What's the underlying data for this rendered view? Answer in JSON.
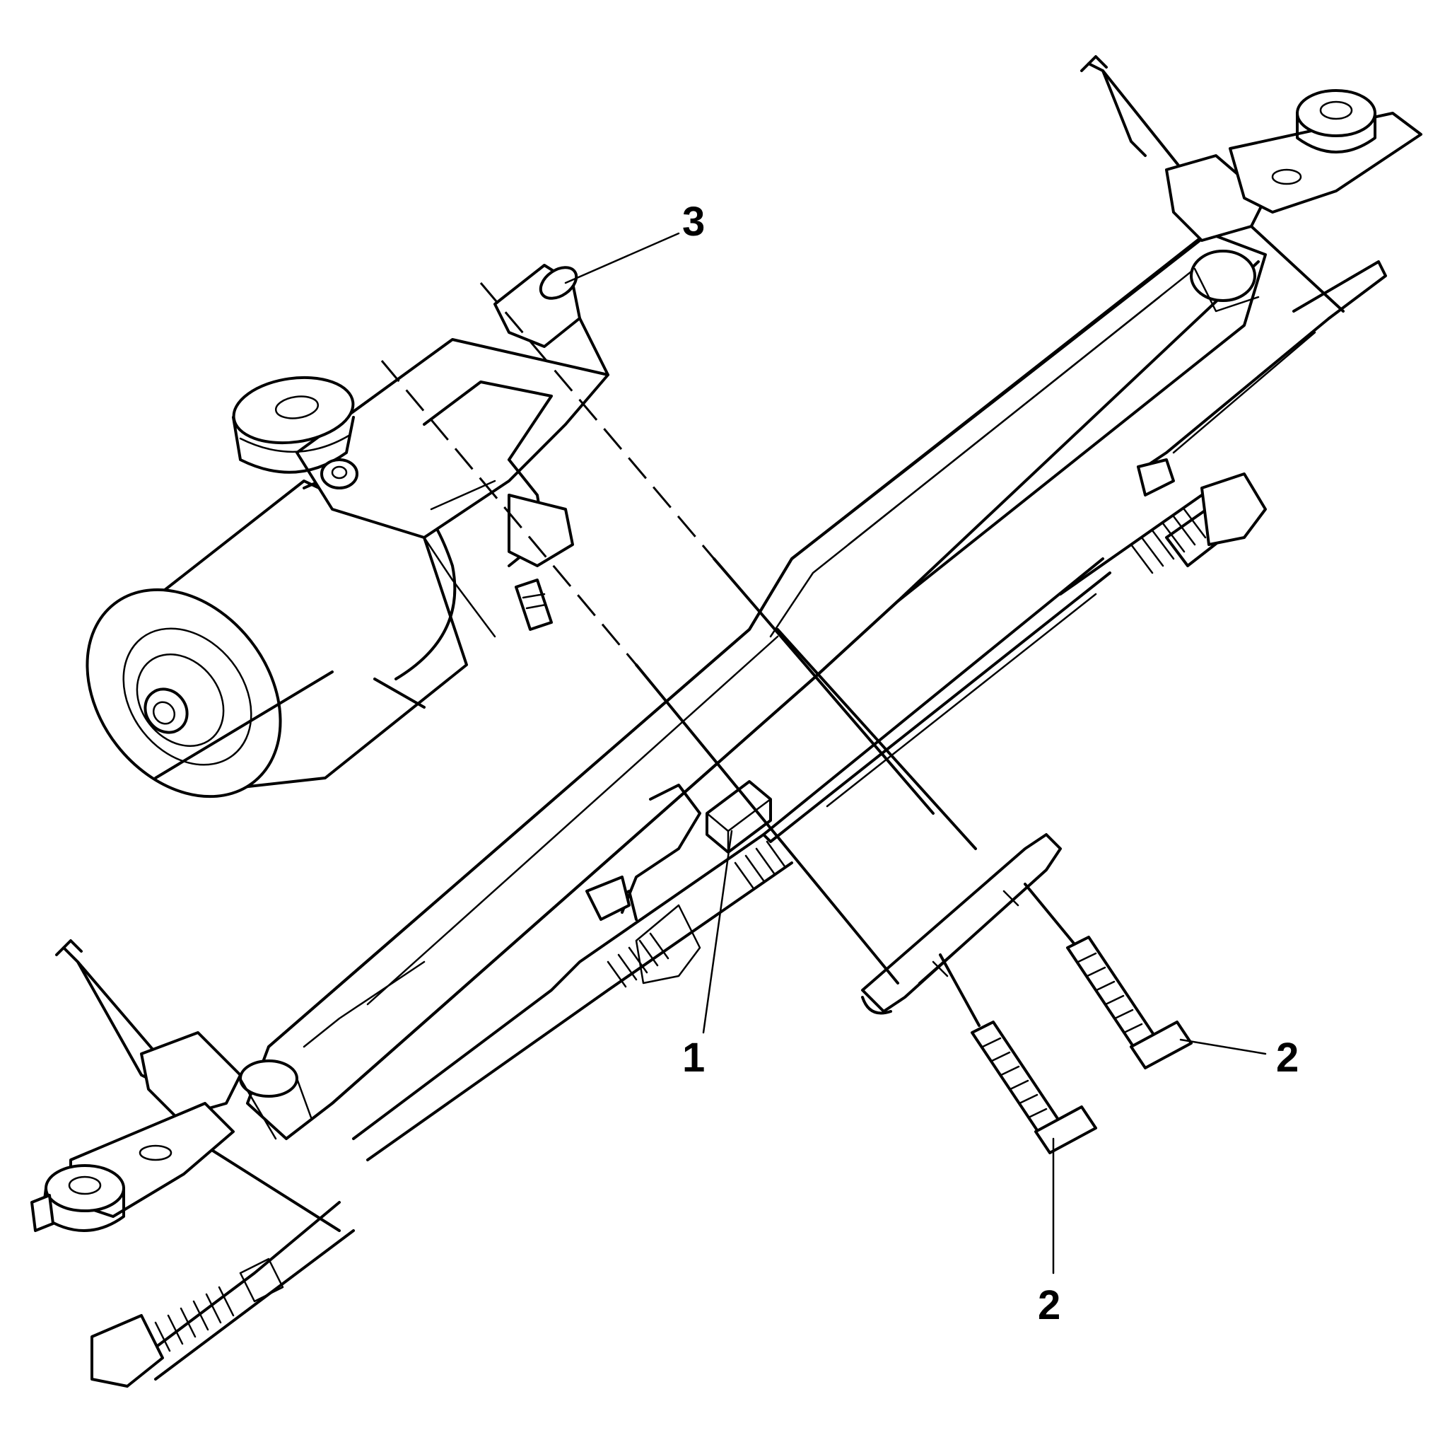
{
  "callouts": [
    {
      "id": "1",
      "label": "1"
    },
    {
      "id": "2a",
      "label": "2"
    },
    {
      "id": "2b",
      "label": "2"
    },
    {
      "id": "3",
      "label": "3"
    }
  ],
  "colors": {
    "line": "#000000",
    "background": "#ffffff"
  }
}
